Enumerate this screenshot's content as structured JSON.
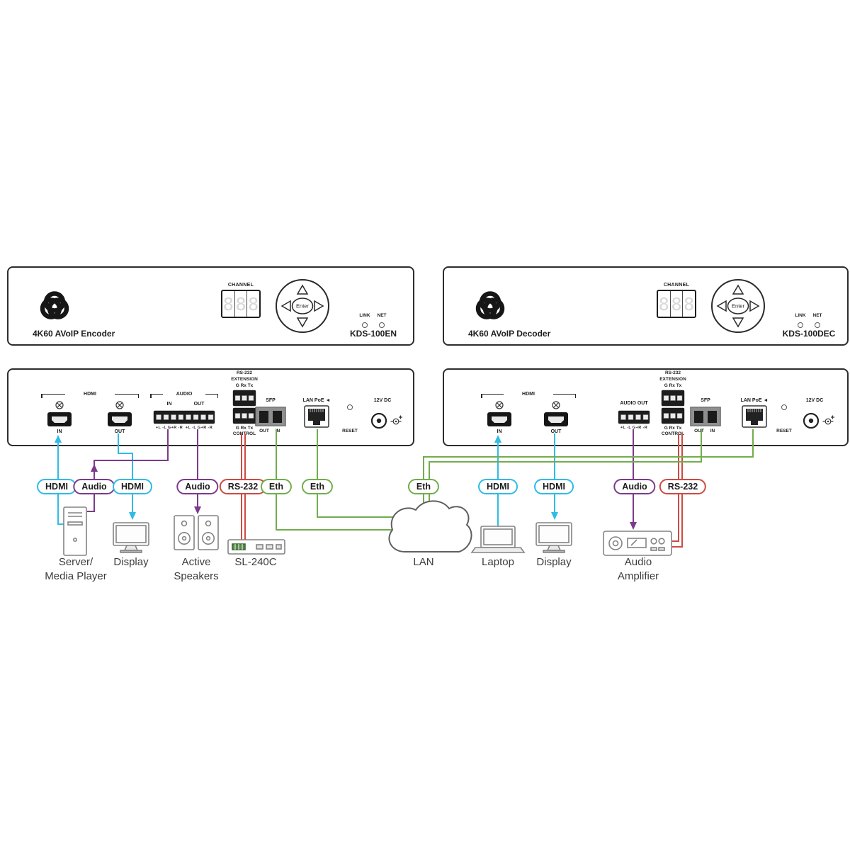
{
  "colors": {
    "hdmi": "#2ebce6",
    "audio": "#7c3a8c",
    "rs232": "#cc4b43",
    "eth": "#71ad4c",
    "panel_border": "#2d2d2d"
  },
  "front_panels": {
    "encoder": {
      "title": "4K60 AVoIP Encoder",
      "model": "KDS-100EN",
      "channel_label": "CHANNEL",
      "digits": [
        "8",
        "8",
        "8"
      ],
      "enter_label": "Enter",
      "link_label": "LINK",
      "net_label": "NET"
    },
    "decoder": {
      "title": "4K60 AVoIP Decoder",
      "model": "KDS-100DEC",
      "channel_label": "CHANNEL",
      "digits": [
        "8",
        "8",
        "8"
      ],
      "enter_label": "Enter",
      "link_label": "LINK",
      "net_label": "NET"
    }
  },
  "rear_panels": {
    "encoder": {
      "hdmi_label": "HDMI",
      "hdmi_in": "IN",
      "hdmi_out": "OUT",
      "audio_label": "AUDIO",
      "audio_in": "IN",
      "audio_out": "OUT",
      "audio_pins_in": "+L -L G+R -R",
      "audio_pins_out": "+L -L G+R -R",
      "rs232_label": "RS-232",
      "extension_label": "EXTENSION",
      "extension_pins": "G Rx Tx",
      "control_pins": "G Rx Tx",
      "control_label": "CONTROL",
      "sfp_label": "SFP",
      "sfp_out": "OUT",
      "sfp_in": "IN",
      "lan_label": "LAN PoE ◄",
      "reset_label": "RESET",
      "power_label": "12V DC"
    },
    "decoder": {
      "hdmi_label": "HDMI",
      "hdmi_in": "IN",
      "hdmi_out": "OUT",
      "audio_label": "AUDIO OUT",
      "audio_pins": "+L -L G+R -R",
      "rs232_label": "RS-232",
      "extension_label": "EXTENSION",
      "extension_pins": "G Rx Tx",
      "control_pins": "G Rx Tx",
      "control_label": "CONTROL",
      "sfp_label": "SFP",
      "sfp_out": "OUT",
      "sfp_in": "IN",
      "lan_label": "LAN PoE ◄",
      "reset_label": "RESET",
      "power_label": "12V DC"
    }
  },
  "connection_pills": [
    {
      "label": "HDMI",
      "type": "hdmi"
    },
    {
      "label": "Audio",
      "type": "audio"
    },
    {
      "label": "HDMI",
      "type": "hdmi"
    },
    {
      "label": "Audio",
      "type": "audio"
    },
    {
      "label": "RS-232",
      "type": "rs232"
    },
    {
      "label": "Eth",
      "type": "eth"
    },
    {
      "label": "Eth",
      "type": "eth"
    },
    {
      "label": "Eth",
      "type": "eth"
    },
    {
      "label": "HDMI",
      "type": "hdmi"
    },
    {
      "label": "HDMI",
      "type": "hdmi"
    },
    {
      "label": "Audio",
      "type": "audio"
    },
    {
      "label": "RS-232",
      "type": "rs232"
    }
  ],
  "devices": [
    {
      "lines": [
        "Server/",
        "Media Player"
      ]
    },
    {
      "lines": [
        "Display"
      ]
    },
    {
      "lines": [
        "Active",
        "Speakers"
      ]
    },
    {
      "lines": [
        "SL-240C"
      ]
    },
    {
      "lines": [
        "LAN"
      ]
    },
    {
      "lines": [
        "Laptop"
      ]
    },
    {
      "lines": [
        "Display"
      ]
    },
    {
      "lines": [
        "Audio",
        "Amplifier"
      ]
    }
  ]
}
